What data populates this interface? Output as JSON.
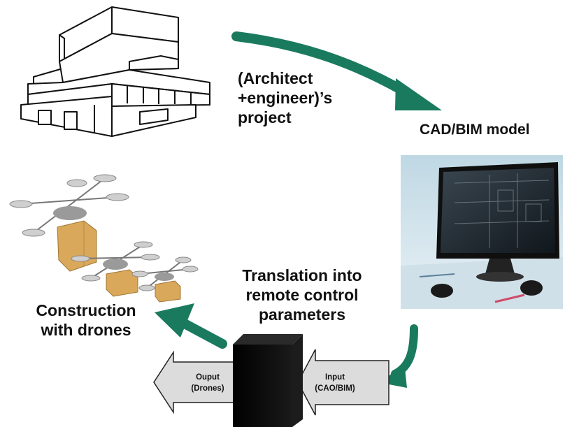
{
  "labels": {
    "project": "(Architect\n+engineer)’s\nproject",
    "cad_bim": "CAD/BIM model",
    "translation": "Translation into\nremote control\nparameters",
    "construction": "Construction\nwith drones"
  },
  "arrows": {
    "output": "Ouput\n(Drones)",
    "input": "Input\n(CAO/BIM)"
  },
  "colors": {
    "flow_arrow": "#1a7a5e",
    "box": "#0d0d0d",
    "io_arrow_fill": "#dcdcdc",
    "package": "#d9a85a"
  },
  "icons": [
    "building-sketch-icon",
    "computer-workstation-icon",
    "drone-icon",
    "translator-box-icon"
  ]
}
